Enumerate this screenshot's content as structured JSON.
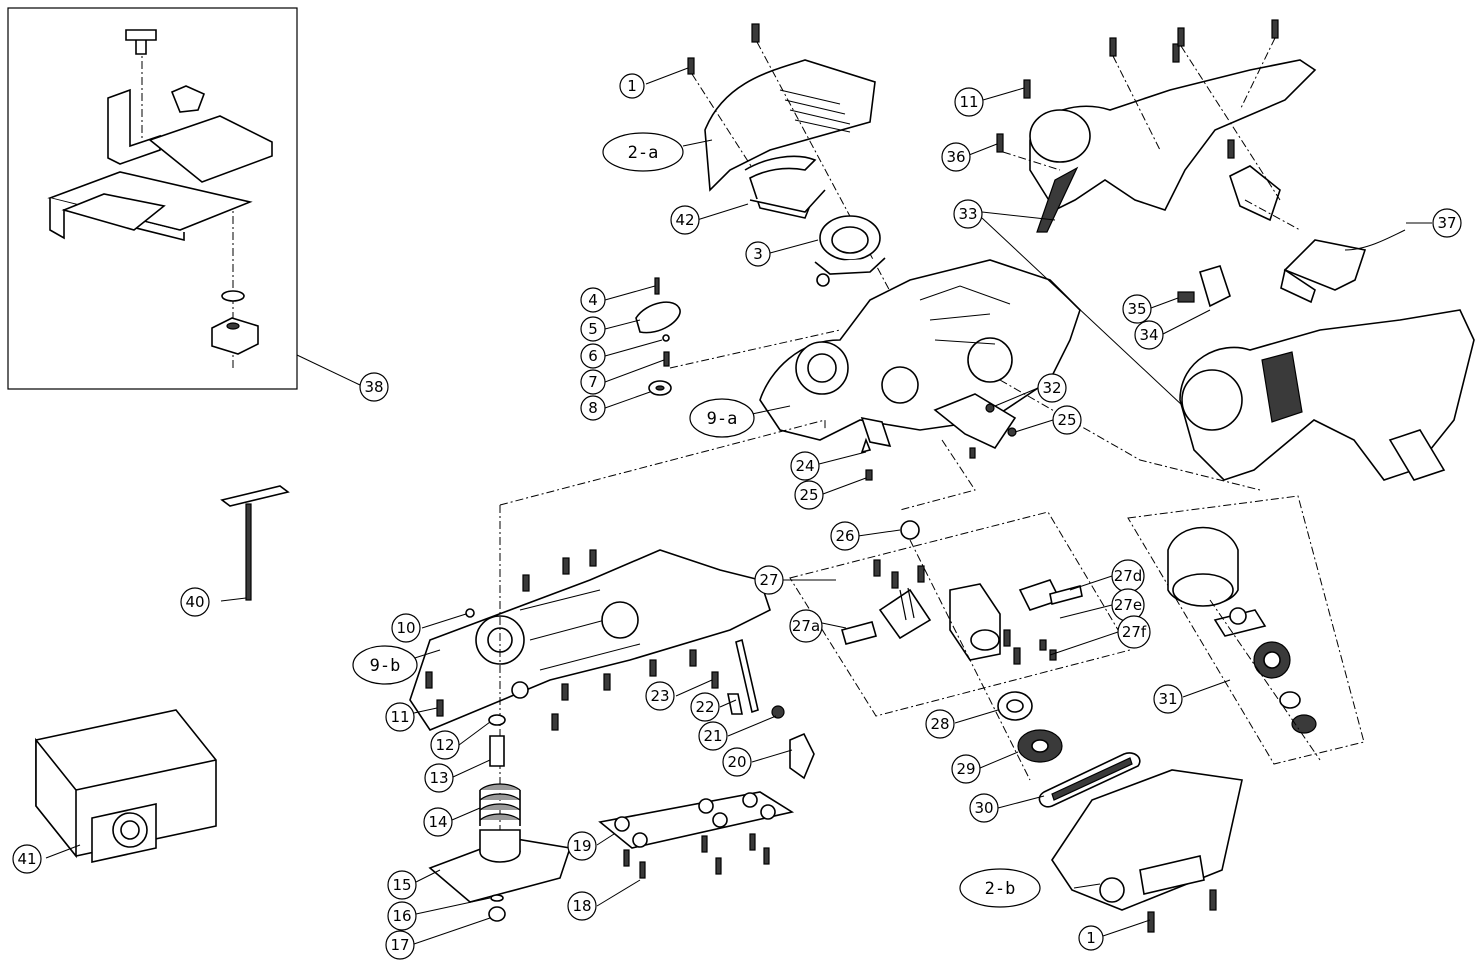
{
  "callouts": [
    {
      "id": "c1a",
      "text": "1"
    },
    {
      "id": "c2a",
      "text": "2-a"
    },
    {
      "id": "c3",
      "text": "3"
    },
    {
      "id": "c4",
      "text": "4"
    },
    {
      "id": "c5",
      "text": "5"
    },
    {
      "id": "c6",
      "text": "6"
    },
    {
      "id": "c7",
      "text": "7"
    },
    {
      "id": "c8",
      "text": "8"
    },
    {
      "id": "c9a",
      "text": "9-a"
    },
    {
      "id": "c9b",
      "text": "9-b"
    },
    {
      "id": "c10",
      "text": "10"
    },
    {
      "id": "c11a",
      "text": "11"
    },
    {
      "id": "c11b",
      "text": "11"
    },
    {
      "id": "c12",
      "text": "12"
    },
    {
      "id": "c13",
      "text": "13"
    },
    {
      "id": "c14",
      "text": "14"
    },
    {
      "id": "c15",
      "text": "15"
    },
    {
      "id": "c16",
      "text": "16"
    },
    {
      "id": "c17",
      "text": "17"
    },
    {
      "id": "c18",
      "text": "18"
    },
    {
      "id": "c19",
      "text": "19"
    },
    {
      "id": "c20",
      "text": "20"
    },
    {
      "id": "c21",
      "text": "21"
    },
    {
      "id": "c22",
      "text": "22"
    },
    {
      "id": "c23",
      "text": "23"
    },
    {
      "id": "c24",
      "text": "24"
    },
    {
      "id": "c25a",
      "text": "25"
    },
    {
      "id": "c25b",
      "text": "25"
    },
    {
      "id": "c26",
      "text": "26"
    },
    {
      "id": "c27",
      "text": "27"
    },
    {
      "id": "c27a",
      "text": "27a"
    },
    {
      "id": "c27d",
      "text": "27d"
    },
    {
      "id": "c27e",
      "text": "27e"
    },
    {
      "id": "c27f",
      "text": "27f"
    },
    {
      "id": "c28",
      "text": "28"
    },
    {
      "id": "c29",
      "text": "29"
    },
    {
      "id": "c30",
      "text": "30"
    },
    {
      "id": "c31",
      "text": "31"
    },
    {
      "id": "c32",
      "text": "32"
    },
    {
      "id": "c33",
      "text": "33"
    },
    {
      "id": "c34",
      "text": "34"
    },
    {
      "id": "c35",
      "text": "35"
    },
    {
      "id": "c36",
      "text": "36"
    },
    {
      "id": "c37",
      "text": "37"
    },
    {
      "id": "c38",
      "text": "38"
    },
    {
      "id": "c40",
      "text": "40"
    },
    {
      "id": "c41",
      "text": "41"
    },
    {
      "id": "c42",
      "text": "42"
    },
    {
      "id": "c2b",
      "text": "2-b"
    },
    {
      "id": "c1b",
      "text": "1"
    }
  ]
}
